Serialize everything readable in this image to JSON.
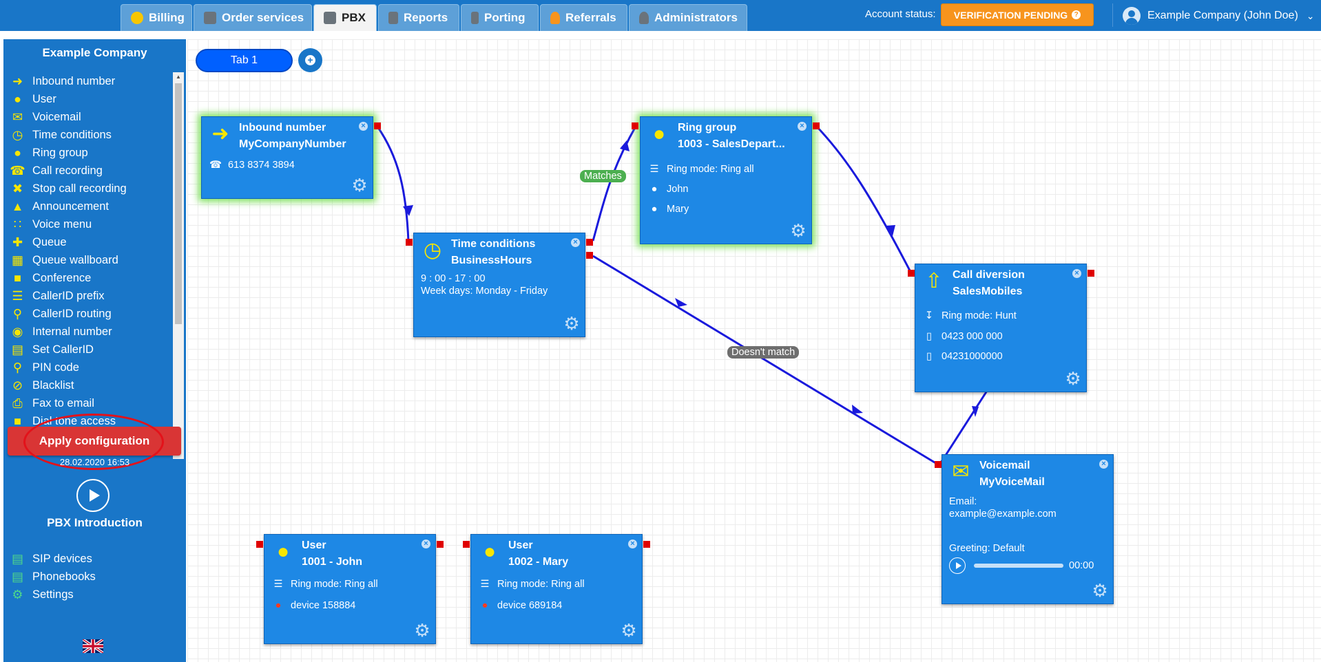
{
  "topbar": {
    "tabs": [
      {
        "label": "Billing",
        "icon": "coins-icon",
        "color": "#f7c600"
      },
      {
        "label": "Order services",
        "icon": "cart-icon",
        "color": "#6a737b"
      },
      {
        "label": "PBX",
        "icon": "pbx-phone-icon",
        "color": "#6a737b"
      },
      {
        "label": "Reports",
        "icon": "report-book-icon",
        "color": "#6a737b"
      },
      {
        "label": "Porting",
        "icon": "mobile-phone-icon",
        "color": "#6a737b"
      },
      {
        "label": "Referrals",
        "icon": "person-icon",
        "color": "#f7941d"
      },
      {
        "label": "Administrators",
        "icon": "admin-icon",
        "color": "#6a737b"
      }
    ],
    "account_status_label": "Account status:",
    "verification_label": "VERIFICATION PENDING",
    "company_user": "Example Company (John Doe)"
  },
  "sidebar": {
    "title": "Example Company",
    "items": [
      {
        "label": "Inbound number",
        "icon": "arrow-right-icon"
      },
      {
        "label": "User",
        "icon": "user-icon"
      },
      {
        "label": "Voicemail",
        "icon": "envelope-icon"
      },
      {
        "label": "Time conditions",
        "icon": "clock-icon"
      },
      {
        "label": "Ring group",
        "icon": "users-icon"
      },
      {
        "label": "Call recording",
        "icon": "microphone-icon"
      },
      {
        "label": "Stop call recording",
        "icon": "microphone-off-icon"
      },
      {
        "label": "Announcement",
        "icon": "megaphone-icon"
      },
      {
        "label": "Voice menu",
        "icon": "grid-icon"
      },
      {
        "label": "Queue",
        "icon": "user-plus-icon"
      },
      {
        "label": "Queue wallboard",
        "icon": "table-icon"
      },
      {
        "label": "Conference",
        "icon": "chat-bubbles-icon"
      },
      {
        "label": "CallerID prefix",
        "icon": "list-icon"
      },
      {
        "label": "CallerID routing",
        "icon": "sitemap-icon"
      },
      {
        "label": "Internal number",
        "icon": "map-pin-icon"
      },
      {
        "label": "Set CallerID",
        "icon": "id-card-icon"
      },
      {
        "label": "PIN code",
        "icon": "key-icon"
      },
      {
        "label": "Blacklist",
        "icon": "ban-icon"
      },
      {
        "label": "Fax to email",
        "icon": "printer-icon"
      },
      {
        "label": "Dial tone access",
        "icon": "lock-icon"
      }
    ],
    "apply_label": "Apply configuration",
    "apply_date": "28.02.2020 16:53",
    "intro_label": "PBX Introduction",
    "bottom_items": [
      {
        "label": "SIP devices",
        "icon": "monitor-icon"
      },
      {
        "label": "Phonebooks",
        "icon": "book-icon"
      },
      {
        "label": "Settings",
        "icon": "gear-icon"
      }
    ]
  },
  "canvas": {
    "tab_label": "Tab 1",
    "edge_labels": {
      "matches": "Matches",
      "no_match": "Doesn't match"
    },
    "nodes": {
      "inbound": {
        "title": "Inbound number",
        "subtitle": "MyCompanyNumber",
        "phone": "613 8374 3894"
      },
      "time": {
        "title": "Time conditions",
        "subtitle": "BusinessHours",
        "hours": "9 : 00 - 17 : 00",
        "days": "Week days: Monday - Friday"
      },
      "ring": {
        "title": "Ring group",
        "subtitle": "1003 - SalesDepart...",
        "mode": "Ring mode: Ring all",
        "members": [
          "John",
          "Mary"
        ]
      },
      "divert": {
        "title": "Call diversion",
        "subtitle": "SalesMobiles",
        "mode": "Ring mode: Hunt",
        "numbers": [
          "0423 000 000",
          "04231000000"
        ]
      },
      "voicemail": {
        "title": "Voicemail",
        "subtitle": "MyVoiceMail",
        "email_label": "Email:",
        "email": "example@example.com",
        "greeting": "Greeting: Default",
        "time": "00:00"
      },
      "user1": {
        "title": "User",
        "subtitle": "1001 - John",
        "mode": "Ring mode: Ring all",
        "device": "device 158884"
      },
      "user2": {
        "title": "User",
        "subtitle": "1002 - Mary",
        "mode": "Ring mode: Ring all",
        "device": "device 689184"
      }
    }
  },
  "colors": {
    "accent": "#1976c8",
    "node": "#1e88e5",
    "edge": "#1a1adc",
    "port": "#e00000",
    "warning": "#f7941d",
    "apply": "#d93535"
  }
}
